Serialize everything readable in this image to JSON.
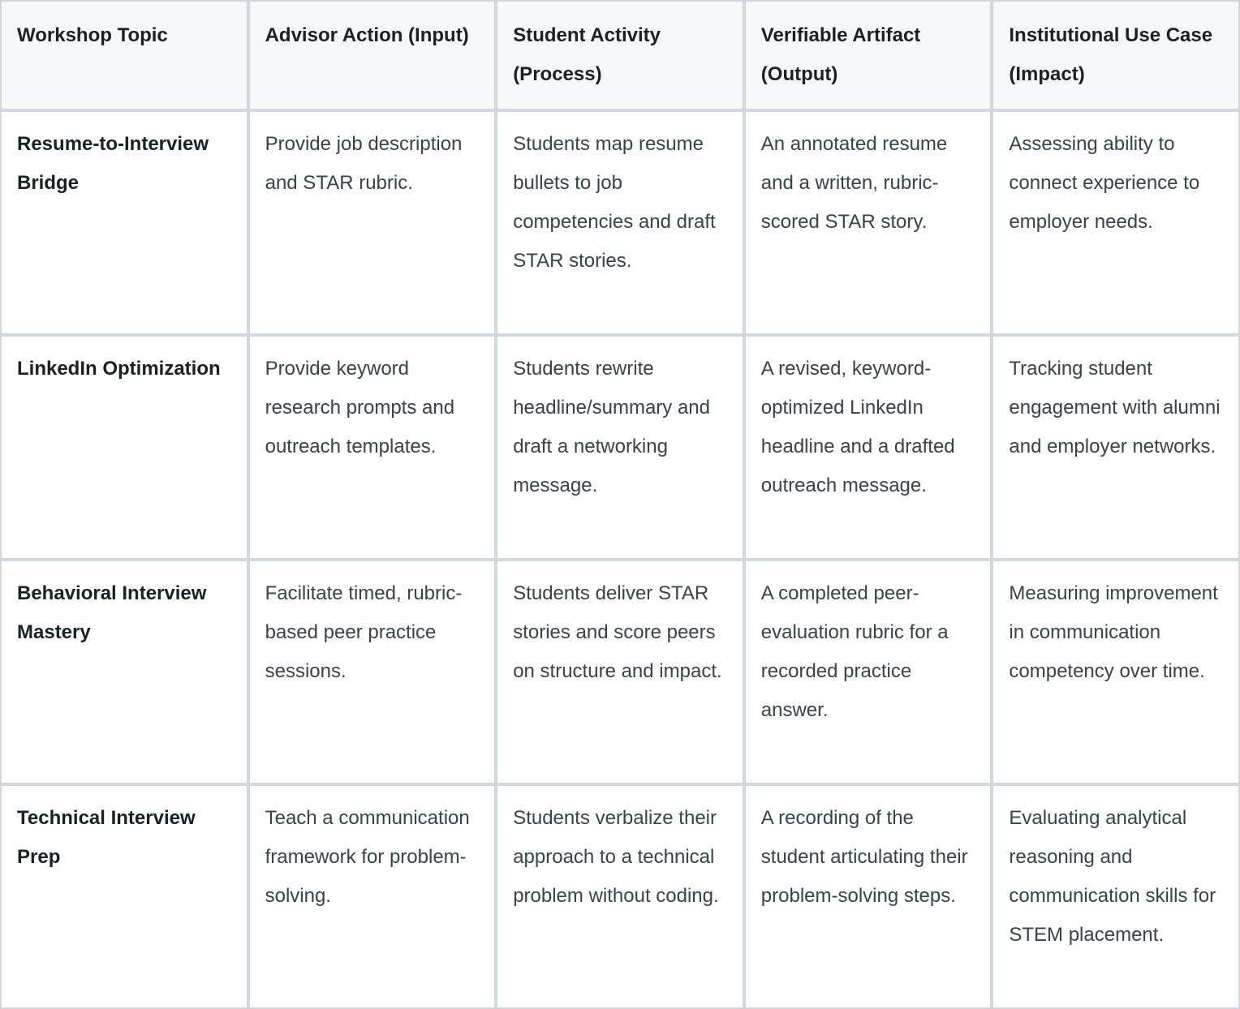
{
  "colors": {
    "header_background": "#f6f8fa",
    "body_background": "#ffffff",
    "grid_border": "#d0d7de",
    "heading_text": "#1b2026",
    "body_text": "#3a4149"
  },
  "table": {
    "columns": [
      "Workshop Topic",
      "Advisor Action (Input)",
      "Student Activity (Process)",
      "Verifiable Artifact (Output)",
      "Institutional Use Case (Impact)"
    ],
    "rows": [
      {
        "cells": [
          "Resume-to-Interview Bridge",
          "Provide job description and STAR rubric.",
          "Students map resume bullets to job competencies and draft STAR stories.",
          "An annotated resume and a written, rubric-scored STAR story.",
          "Assessing ability to connect experience to employer needs."
        ]
      },
      {
        "cells": [
          "LinkedIn Optimization",
          "Provide keyword research prompts and outreach templates.",
          "Students rewrite headline/summary and draft a networking message.",
          "A revised, keyword-optimized LinkedIn headline and a drafted outreach message.",
          "Tracking student engagement with alumni and employer networks."
        ]
      },
      {
        "cells": [
          "Behavioral Interview Mastery",
          "Facilitate timed, rubric-based peer practice sessions.",
          "Students deliver STAR stories and score peers on structure and impact.",
          "A completed peer-evaluation rubric for a recorded practice answer.",
          "Measuring improvement in communication competency over time."
        ]
      },
      {
        "cells": [
          "Technical Interview Prep",
          "Teach a communication framework for problem-solving.",
          "Students verbalize their approach to a technical problem without coding.",
          "A recording of the student articulating their problem-solving steps.",
          "Evaluating analytical reasoning and communication skills for STEM placement."
        ]
      }
    ]
  }
}
